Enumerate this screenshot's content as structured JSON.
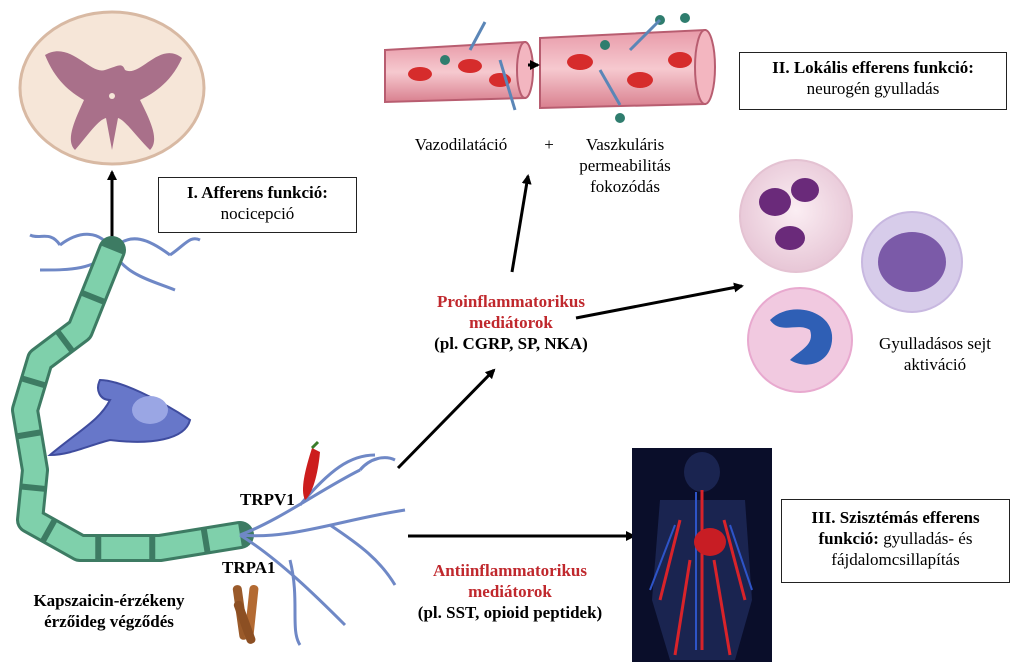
{
  "afferent": {
    "title": "I. Afferens funkció:",
    "desc": "nocicepció"
  },
  "local": {
    "title": "II. Lokális efferens funkció:",
    "desc": "neurogén gyulladás"
  },
  "systemic": {
    "title": "III. Szisztémás efferens",
    "title2": "funkció:",
    "desc1": "gyulladás- és",
    "desc2": "fájdalomcsillapítás"
  },
  "vaso": {
    "vasodilation": "Vazodilatáció",
    "plus": "+",
    "perm1": "Vaszkuláris",
    "perm2": "permeabilitás",
    "perm3": "fokozódás"
  },
  "pro": {
    "line1": "Proinflammatorikus",
    "line2": "mediátorok",
    "line3": "(pl. CGRP, SP, NKA)"
  },
  "anti": {
    "line1": "Antiinflammatorikus",
    "line2": "mediátorok",
    "line3": "(pl. SST, opioid peptidek)"
  },
  "cells": {
    "line1": "Gyulladásos sejt",
    "line2": "aktiváció"
  },
  "receptors": {
    "trpv1": "TRPV1",
    "trpa1": "TRPA1"
  },
  "neuron": {
    "line1": "Kapszaicin-érzékeny",
    "line2": "érzőideg végződés"
  },
  "colors": {
    "accent_red": "#c0282d",
    "axon_green": "#6fbf9a",
    "nerve_blue": "#6f88c6",
    "vessel_pink": "#d97a8a"
  }
}
